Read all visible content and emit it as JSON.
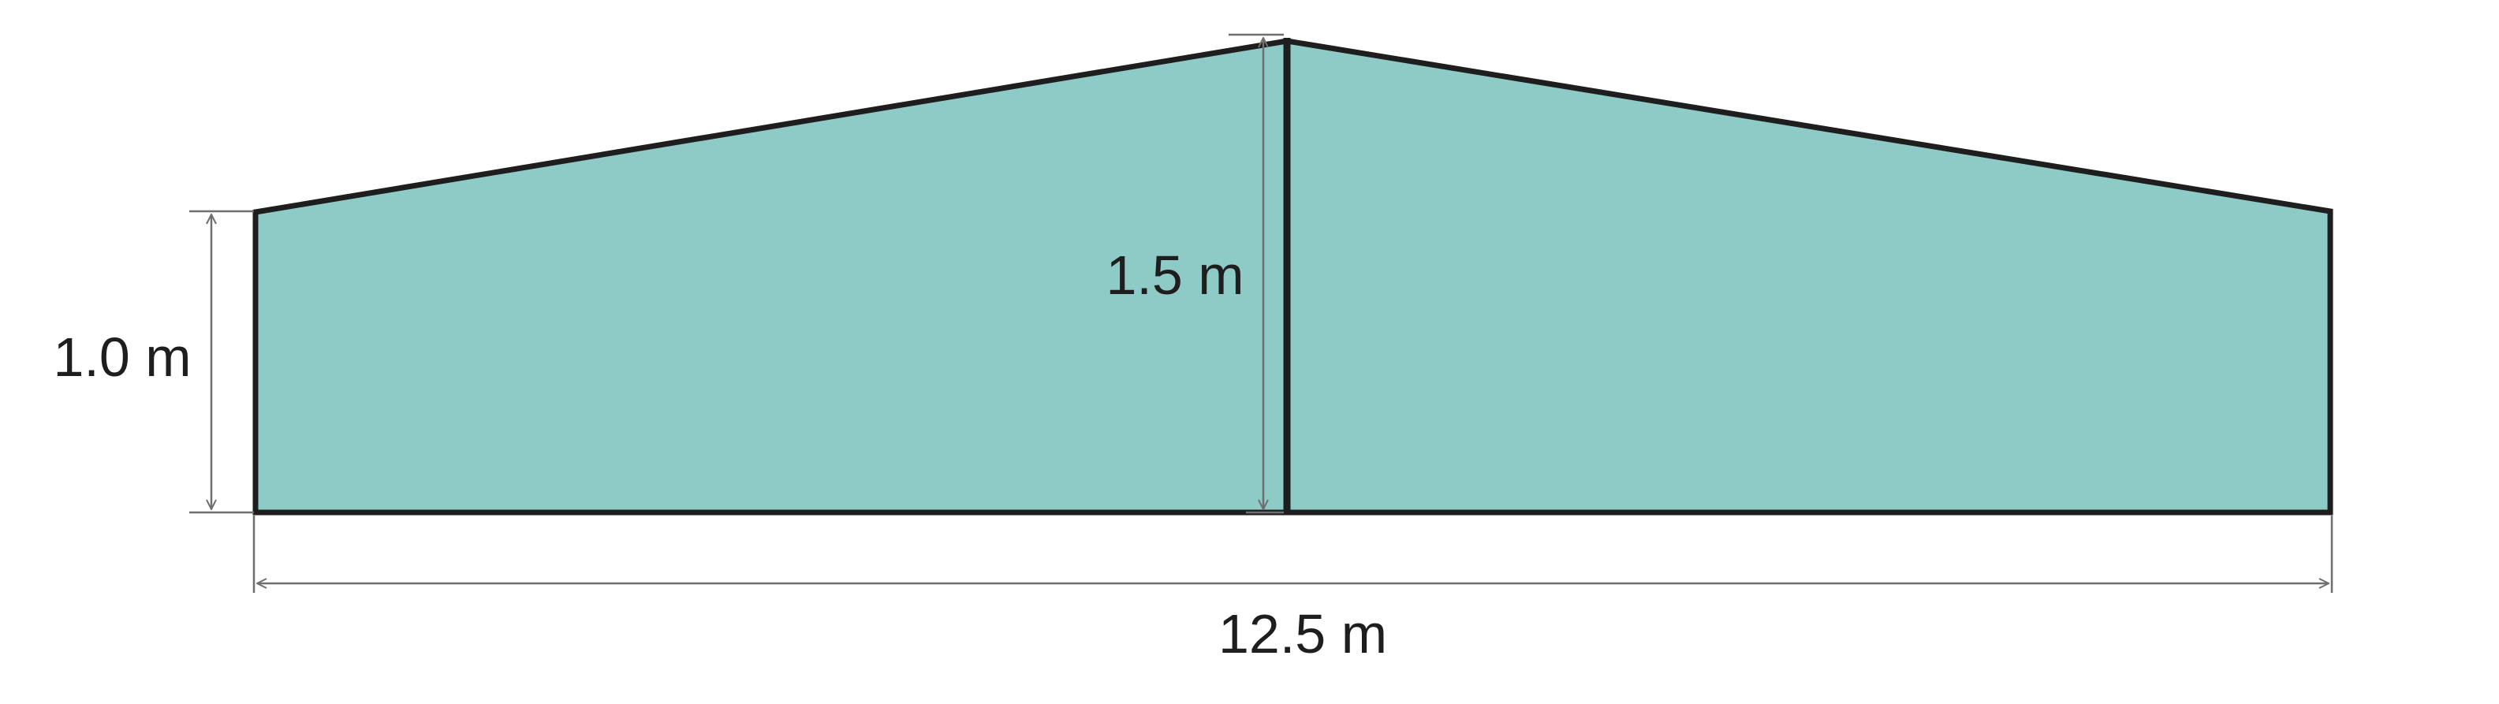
{
  "diagram": {
    "fill_color": "#8ecac6",
    "outline_color": "#1e1e1e",
    "dimension_color": "#6f6f6f",
    "labels": {
      "side_height": "1.0 m",
      "center_height": "1.5 m",
      "total_width": "12.5 m"
    }
  }
}
